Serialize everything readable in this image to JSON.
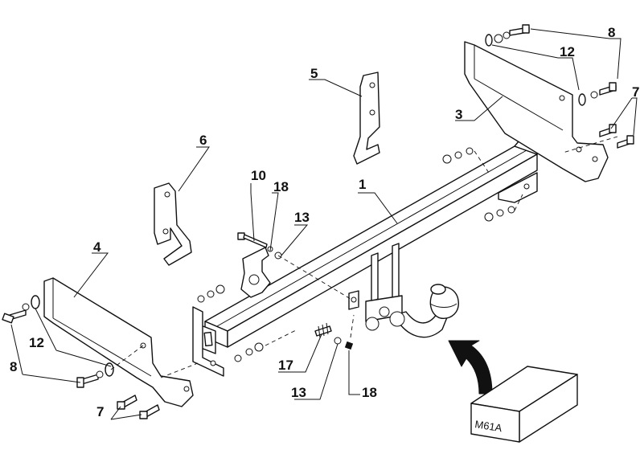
{
  "diagram": {
    "labels": {
      "p1": "1",
      "p3": "3",
      "p4": "4",
      "p5": "5",
      "p6": "6",
      "p7_right": "7",
      "p7_left": "7",
      "p8_right": "8",
      "p8_left": "8",
      "p10": "10",
      "p12_right": "12",
      "p12_left": "12",
      "p13_top": "13",
      "p13_bottom": "13",
      "p17": "17",
      "p18_top": "18",
      "p18_bottom": "18"
    },
    "box_label": "M61A"
  }
}
